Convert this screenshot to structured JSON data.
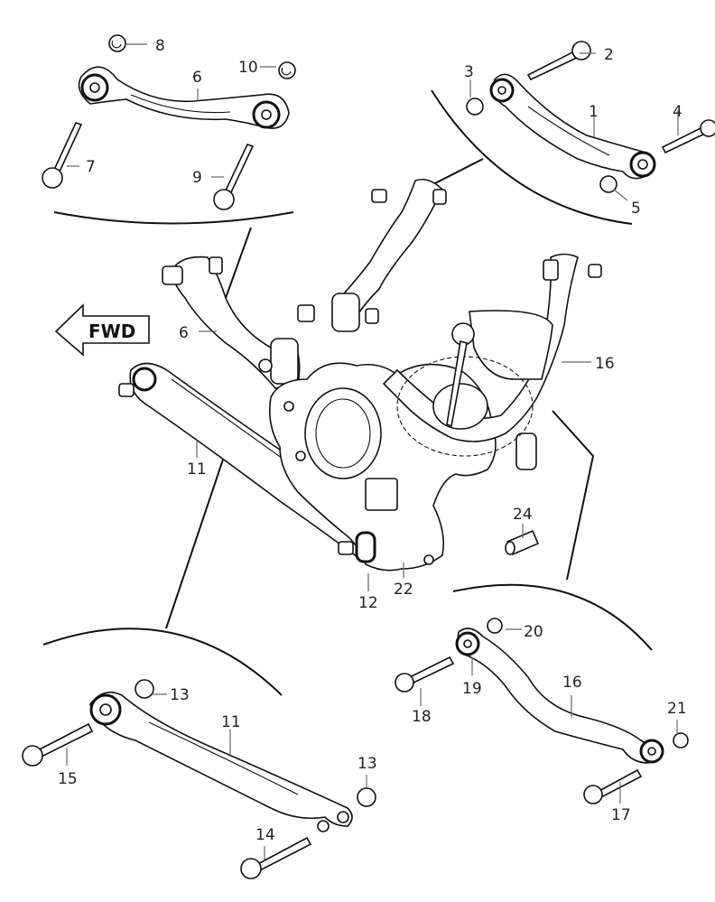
{
  "diagram": {
    "type": "exploded-parts-diagram",
    "subject": "Rear suspension arms and knuckle",
    "direction_indicator": "FWD",
    "callouts": [
      {
        "id": "l8",
        "text": "8"
      },
      {
        "id": "l10",
        "text": "10"
      },
      {
        "id": "l6a",
        "text": "6"
      },
      {
        "id": "l7",
        "text": "7"
      },
      {
        "id": "l9",
        "text": "9"
      },
      {
        "id": "l2",
        "text": "2"
      },
      {
        "id": "l3",
        "text": "3"
      },
      {
        "id": "l1",
        "text": "1"
      },
      {
        "id": "l4",
        "text": "4"
      },
      {
        "id": "l5",
        "text": "5"
      },
      {
        "id": "l6b",
        "text": "6"
      },
      {
        "id": "l16a",
        "text": "16"
      },
      {
        "id": "l11a",
        "text": "11"
      },
      {
        "id": "l24",
        "text": "24"
      },
      {
        "id": "l12",
        "text": "12"
      },
      {
        "id": "l22",
        "text": "22"
      },
      {
        "id": "l20",
        "text": "20"
      },
      {
        "id": "l19",
        "text": "19"
      },
      {
        "id": "l18",
        "text": "18"
      },
      {
        "id": "l16b",
        "text": "16"
      },
      {
        "id": "l21",
        "text": "21"
      },
      {
        "id": "l17",
        "text": "17"
      },
      {
        "id": "l13a",
        "text": "13"
      },
      {
        "id": "l11b",
        "text": "11"
      },
      {
        "id": "l15",
        "text": "15"
      },
      {
        "id": "l13b",
        "text": "13"
      },
      {
        "id": "l14",
        "text": "14"
      }
    ]
  }
}
